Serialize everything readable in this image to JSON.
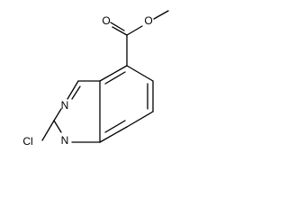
{
  "structure": {
    "atoms": {
      "carbonyl_oxygen": "O",
      "ester_oxygen": "O",
      "n3": "N",
      "n1": "N",
      "chlorine": "Cl"
    }
  },
  "colors": {
    "line": "#000000",
    "background": "#ffffff"
  }
}
